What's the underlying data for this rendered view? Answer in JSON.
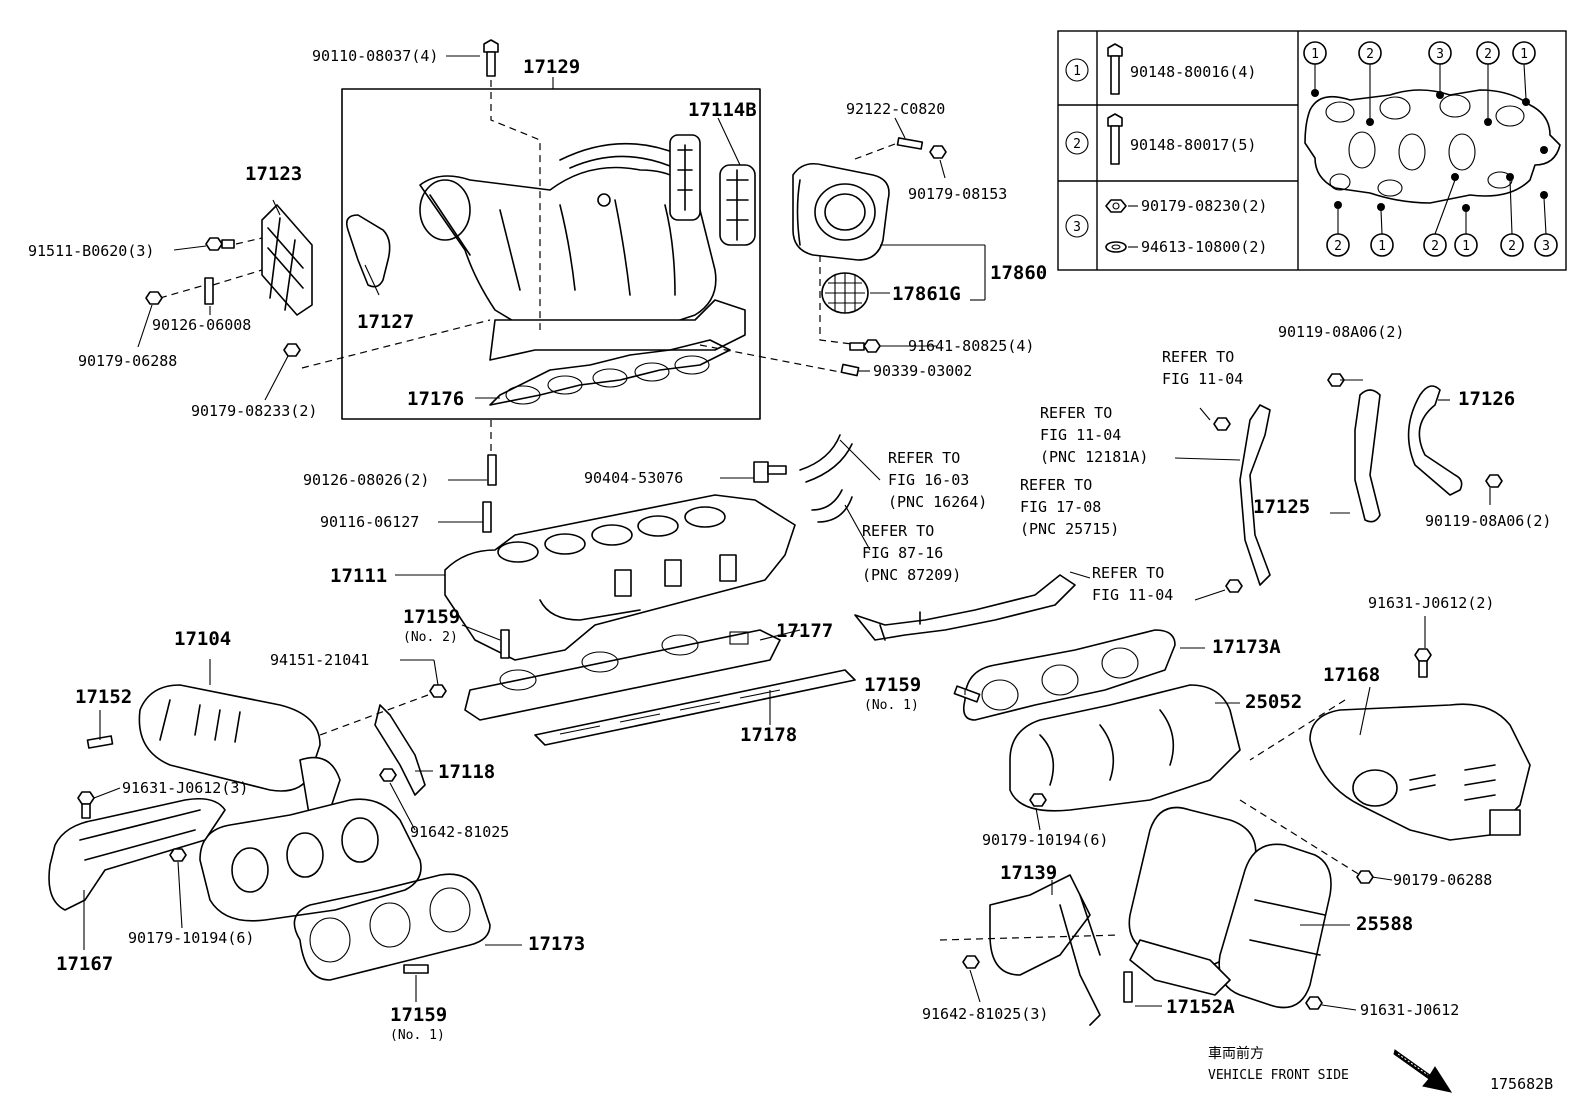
{
  "diagram_id": "175682B",
  "front_label_jp": "車両前方",
  "front_label_en": "VEHICLE FRONT SIDE",
  "legend": {
    "rows": [
      {
        "num": "1",
        "part": "90148-80016(4)"
      },
      {
        "num": "2",
        "part": "90148-80017(5)"
      },
      {
        "num": "3",
        "part_a": "90179-08230(2)",
        "part_b": "94613-10800(2)"
      }
    ],
    "top_markers": [
      "1",
      "2",
      "3",
      "2",
      "1"
    ],
    "bottom_markers": [
      "2",
      "1",
      "2",
      "1",
      "2",
      "3"
    ]
  },
  "labels": {
    "p90110_08037": "90110-08037(4)",
    "p17129": "17129",
    "p17114B": "17114B",
    "p92122_C0820": "92122-C0820",
    "p90179_08153": "90179-08153",
    "p17123": "17123",
    "p91511_B0620": "91511-B0620(3)",
    "p90126_06008": "90126-06008",
    "p90179_06288_a": "90179-06288",
    "p17127": "17127",
    "p17860": "17860",
    "p17861G": "17861G",
    "p91641_80825": "91641-80825(4)",
    "p90339_03002": "90339-03002",
    "p90179_08233": "90179-08233(2)",
    "p17176": "17176",
    "p90119_08A06_a": "90119-08A06(2)",
    "p17126": "17126",
    "p17125": "17125",
    "p90119_08A06_b": "90119-08A06(2)",
    "refer_1104_a1": "REFER TO",
    "refer_1104_a2": "FIG 11-04",
    "refer_1104_b1": "REFER TO",
    "refer_1104_b2": "FIG 11-04",
    "refer_1104_b3": "(PNC 12181A)",
    "refer_1603_1": "REFER TO",
    "refer_1603_2": "FIG 16-03",
    "refer_1603_3": "(PNC 16264)",
    "refer_1708_1": "REFER TO",
    "refer_1708_2": "FIG 17-08",
    "refer_1708_3": "(PNC 25715)",
    "refer_8716_1": "REFER TO",
    "refer_8716_2": "FIG 87-16",
    "refer_8716_3": "(PNC 87209)",
    "refer_1104_c1": "REFER TO",
    "refer_1104_c2": "FIG 11-04",
    "p90126_08026": "90126-08026(2)",
    "p90404_53076": "90404-53076",
    "p90116_06127": "90116-06127",
    "p17111": "17111",
    "p17159_no2": "17159",
    "p17159_no2_sub": "(No. 2)",
    "p17177": "17177",
    "p17104": "17104",
    "p94151_21041": "94151-21041",
    "p17152": "17152",
    "p17178": "17178",
    "p17118": "17118",
    "p91631_J0612_3": "91631-J0612(3)",
    "p91642_81025": "91642-81025",
    "p90179_10194_a": "90179-10194(6)",
    "p17167": "17167",
    "p17173": "17173",
    "p17159_no1_a": "17159",
    "p17159_no1_a_sub": "(No. 1)",
    "p17173A": "17173A",
    "p17159_no1_b": "17159",
    "p17159_no1_b_sub": "(No. 1)",
    "p25052": "25052",
    "p91631_J0612_2": "91631-J0612(2)",
    "p17168": "17168",
    "p90179_10194_b": "90179-10194(6)",
    "p90179_06288_b": "90179-06288",
    "p17139": "17139",
    "p25588": "25588",
    "p91642_81025_3": "91642-81025(3)",
    "p17152A": "17152A",
    "p91631_J0612": "91631-J0612"
  }
}
